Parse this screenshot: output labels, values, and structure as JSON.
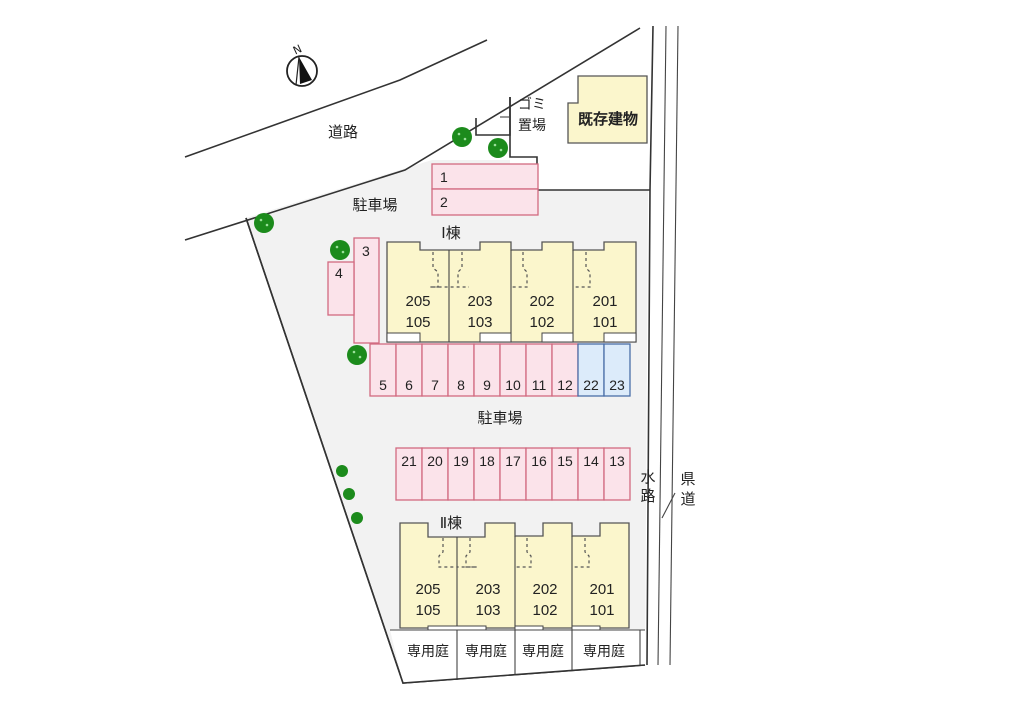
{
  "map": {
    "compass": {
      "label": "N",
      "icon": "north-arrow-icon"
    },
    "labels": {
      "road": "道路",
      "garbage": "ゴミ\n置場",
      "garbage_line1": "ゴミ",
      "garbage_line2": "置場",
      "existing_building": "既存建物",
      "parking_top": "駐車場",
      "parking_middle": "駐車場",
      "waterway_line1": "水",
      "waterway_line2": "路",
      "prefectural_road_line1": "県",
      "prefectural_road_line2": "道"
    },
    "building_1": {
      "name": "Ⅰ棟",
      "units": [
        {
          "upper": "205",
          "lower": "105"
        },
        {
          "upper": "203",
          "lower": "103"
        },
        {
          "upper": "202",
          "lower": "102"
        },
        {
          "upper": "201",
          "lower": "101"
        }
      ]
    },
    "building_2": {
      "name": "Ⅱ棟",
      "units": [
        {
          "upper": "205",
          "lower": "105"
        },
        {
          "upper": "203",
          "lower": "103"
        },
        {
          "upper": "202",
          "lower": "102"
        },
        {
          "upper": "201",
          "lower": "101"
        }
      ],
      "gardens": [
        "専用庭",
        "専用庭",
        "専用庭",
        "専用庭"
      ]
    },
    "parking": {
      "top_row": [
        "1",
        "2"
      ],
      "side": [
        "3",
        "4"
      ],
      "row_a": [
        "5",
        "6",
        "7",
        "8",
        "9",
        "10",
        "11",
        "12"
      ],
      "row_a_blue": [
        "22",
        "23"
      ],
      "row_b": [
        "21",
        "20",
        "19",
        "18",
        "17",
        "16",
        "15",
        "14",
        "13"
      ]
    },
    "colors": {
      "parking_fill": "#fbe3ea",
      "parking_stroke": "#d26a80",
      "special_parking_fill": "#dcebfa",
      "building_fill": "#fbf6cc",
      "ground": "#f2f2f2",
      "tree": "#1c8b1c"
    }
  }
}
